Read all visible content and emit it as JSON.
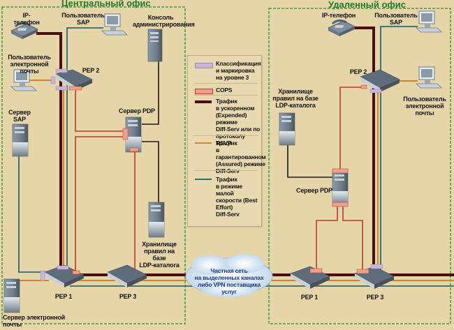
{
  "offices": {
    "central": {
      "title": "Центральный офис"
    },
    "remote": {
      "title": "Удаленный офис"
    }
  },
  "central": {
    "ip_phone": "IP-телефон",
    "sap_user": "Пользователь\nSAP",
    "admin_console": "Консоль\nадминистрирования",
    "email_user": "Пользователь\nэлектронной почты",
    "pep2": "PEP 2",
    "sap_server": "Сервер\nSAP",
    "pdp_server": "Сервер PDP",
    "ldap_store": "Хранилище\nправил на базе\nLDP-каталога",
    "pep1": "PEP 1",
    "pep3": "PEP 3",
    "email_server": "Сервер электронной почты"
  },
  "remote": {
    "ip_phone": "IP-телефон",
    "sap_user": "Пользователь\nSAP",
    "pep2": "PEP 2",
    "email_user": "Пользователь\nэлектронной почты",
    "ldap_store": "Хранилище\nправил на базе\nLDP-каталога",
    "pdp_server": "Сервер PDP",
    "pep1": "PEP 1",
    "pep3": "PEP 3"
  },
  "cloud": {
    "label": "Частная сеть\nна выделенных каналах\nлибо VPN поставщика\nуслуг"
  },
  "legend": {
    "items": [
      {
        "label": "Классификация\nи маркировка\nна уровне 3",
        "color": "#c8b4dc"
      },
      {
        "label": "COPS",
        "color": "#f0a08a"
      },
      {
        "label": "Трафик\nв ускоренном\n(Expended) режиме\nDiff-Serv или по\nпротоколу RSVP",
        "color": "#4a0f0f"
      },
      {
        "label": "Трафик\nв гарантированном\n(Assured) режиме\nDiff-Serv",
        "color": "#d9822b"
      },
      {
        "label": "Трафик\nв режиме малой\nскорости (Best Effort)\nDiff-Serv",
        "color": "#2e6a6a"
      }
    ]
  },
  "colors": {
    "background": "#e6d5a8",
    "office_border": "#2e8b3a",
    "expedited": "#4a0f0f",
    "assured": "#d9822b",
    "best_effort": "#2e6a6a",
    "cops": "#c0392b",
    "control": "#1a1a1a",
    "classification": "#c8b4dc",
    "cops_marker": "#f0a08a"
  }
}
